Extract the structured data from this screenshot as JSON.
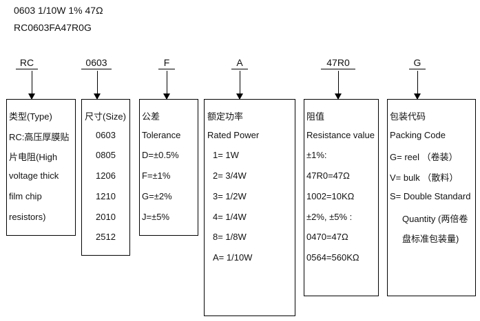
{
  "header": {
    "line1": "0603 1/10W 1% 47Ω",
    "line2": "RC0603FA47R0G"
  },
  "fields": [
    {
      "code": "RC",
      "lines": [
        "类型(Type)",
        "RC:高压厚膜贴",
        "片电阻(High",
        "voltage thick",
        "film chip",
        "resistors)"
      ]
    },
    {
      "code": "0603",
      "lines": [
        "尺寸(Size)",
        "0603",
        "0805",
        "1206",
        "1210",
        "2010",
        "2512"
      ]
    },
    {
      "code": "F",
      "lines": [
        "公差",
        "Tolerance",
        "D=±0.5%",
        "F=±1%",
        "G=±2%",
        "J=±5%"
      ]
    },
    {
      "code": "A",
      "lines": [
        "额定功率",
        "Rated Power",
        "1= 1W",
        "2= 3/4W",
        "3= 1/2W",
        "4= 1/4W",
        "8= 1/8W",
        "A= 1/10W"
      ]
    },
    {
      "code": "47R0",
      "lines": [
        "阻值",
        "Resistance value",
        "±1%:",
        "47R0=47Ω",
        "1002=10KΩ",
        "±2%, ±5% :",
        "0470=47Ω",
        "0564=560KΩ"
      ]
    },
    {
      "code": "G",
      "lines": [
        "包装代码",
        "Packing Code",
        "G= reel （卷装）",
        "V= bulk （散料）",
        "S= Double Standard",
        "Quantity (两倍卷",
        "盘标准包装量)"
      ]
    }
  ]
}
